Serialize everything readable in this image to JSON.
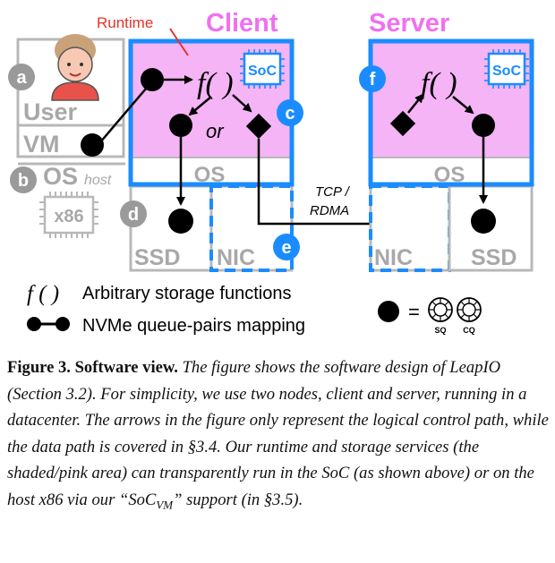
{
  "figure": {
    "labels": {
      "client": "Client",
      "server": "Server",
      "runtime": "Runtime",
      "user": "User",
      "vm": "VM",
      "os_host": "OS",
      "host_sub": "host",
      "x86": "x86",
      "soc": "SoC",
      "os": "OS",
      "ssd": "SSD",
      "nic": "NIC",
      "or": "or",
      "func": "f( )",
      "tcp_line1": "TCP /",
      "tcp_line2": "RDMA",
      "sq": "SQ",
      "cq": "CQ",
      "equals": "="
    },
    "markers": {
      "a": "a",
      "b": "b",
      "c": "c",
      "d": "d",
      "e": "e",
      "f": "f"
    },
    "legend": {
      "func_symbol": "f ( )",
      "func_desc": "Arbitrary storage functions",
      "queue_desc": "NVMe queue-pairs mapping"
    },
    "colors": {
      "pink": "#f5b4f5",
      "blue": "#1a8cff",
      "gray": "#b8b8b8",
      "client_title": "#f070f0",
      "runtime_red": "#e8322a"
    },
    "icons": [
      "user-avatar-icon",
      "chip-icon",
      "queue-ring-icon"
    ]
  },
  "caption": {
    "label": "Figure 3.",
    "title": "Software view.",
    "text": "The figure shows the software design of LeapIO (Section 3.2). For simplicity, we use two nodes, client and server, running in a datacenter. The arrows in the figure only represent the logical control path, while the data path is covered in §3.4. Our runtime and storage services (the shaded/pink area) can transparently run in the SoC (as shown above) or on the host x86 via our “SoC",
    "sub": "VM",
    "text_end": "” support (in §3.5)."
  }
}
